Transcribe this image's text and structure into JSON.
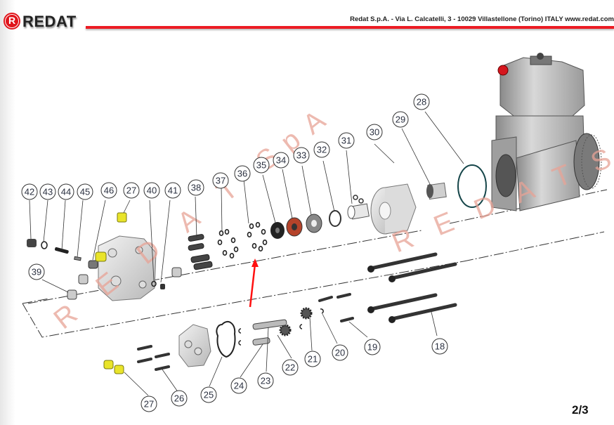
{
  "header": {
    "logo_letter": "R",
    "logo_text": "REDAT",
    "address": "Redat S.p.A. - Via L. Calcatelli, 3  - 10029 Villastellone  (Torino) ITALY www.redat.com"
  },
  "page_number": "2/3",
  "watermarks": [
    "R E D A T  SpA",
    "R E D A T  SpA",
    "R E D A T  SpA"
  ],
  "colors": {
    "brand_red": "#ec1c24",
    "watermark": "#e8a396",
    "yellow_part": "#e9e42a",
    "seal_red": "#b5432a",
    "arrow_red": "#ff1010"
  },
  "callouts": [
    {
      "id": "42",
      "label": "42"
    },
    {
      "id": "43",
      "label": "43"
    },
    {
      "id": "44",
      "label": "44"
    },
    {
      "id": "45",
      "label": "45"
    },
    {
      "id": "46",
      "label": "46"
    },
    {
      "id": "27a",
      "label": "27"
    },
    {
      "id": "40",
      "label": "40"
    },
    {
      "id": "41",
      "label": "41"
    },
    {
      "id": "38",
      "label": "38"
    },
    {
      "id": "37",
      "label": "37"
    },
    {
      "id": "36",
      "label": "36"
    },
    {
      "id": "35",
      "label": "35"
    },
    {
      "id": "34",
      "label": "34"
    },
    {
      "id": "33",
      "label": "33"
    },
    {
      "id": "32",
      "label": "32"
    },
    {
      "id": "31",
      "label": "31"
    },
    {
      "id": "30",
      "label": "30"
    },
    {
      "id": "29",
      "label": "29"
    },
    {
      "id": "28",
      "label": "28"
    },
    {
      "id": "39",
      "label": "39"
    },
    {
      "id": "18",
      "label": "18"
    },
    {
      "id": "19",
      "label": "19"
    },
    {
      "id": "20",
      "label": "20"
    },
    {
      "id": "21",
      "label": "21"
    },
    {
      "id": "22",
      "label": "22"
    },
    {
      "id": "23",
      "label": "23"
    },
    {
      "id": "24",
      "label": "24"
    },
    {
      "id": "25",
      "label": "25"
    },
    {
      "id": "26",
      "label": "26"
    },
    {
      "id": "27b",
      "label": "27"
    }
  ]
}
